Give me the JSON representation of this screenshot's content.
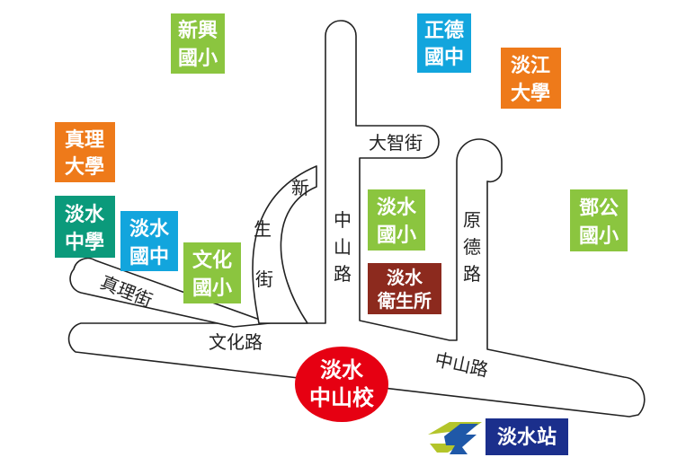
{
  "colors": {
    "green": "#8bc53f",
    "blue": "#12a5dd",
    "orange": "#ee7a1a",
    "teal": "#0b9a7b",
    "maroon": "#8c2a1e",
    "red": "#e60012",
    "navy": "#1b2f8c",
    "mrt_blue": "#1f58a8",
    "mrt_green": "#b4c52a",
    "road_outline": "#222222"
  },
  "landmarks": {
    "xinxing": {
      "line1": "新興",
      "line2": "國小",
      "color": "green"
    },
    "zhengde": {
      "line1": "正德",
      "line2": "國中",
      "color": "blue"
    },
    "tamkang": {
      "line1": "淡江",
      "line2": "大學",
      "color": "orange"
    },
    "aletheia": {
      "line1": "真理",
      "line2": "大學",
      "color": "orange"
    },
    "tamsui_hs": {
      "line1": "淡水",
      "line2": "中學",
      "color": "teal"
    },
    "tamsui_jh": {
      "line1": "淡水",
      "line2": "國中",
      "color": "blue"
    },
    "wenhua_es": {
      "line1": "文化",
      "line2": "國小",
      "color": "green"
    },
    "tamsui_es": {
      "line1": "淡水",
      "line2": "國小",
      "color": "green"
    },
    "denggong_es": {
      "line1": "鄧公",
      "line2": "國小",
      "color": "green"
    },
    "health_center": {
      "line1": "淡水",
      "line2": "衛生所",
      "color": "maroon"
    }
  },
  "roads": {
    "dazhi": "大智街",
    "xinsheng": [
      "新",
      "生",
      "街"
    ],
    "zhongshan_vertical": [
      "中",
      "山",
      "路"
    ],
    "yuande": [
      "原",
      "德",
      "路"
    ],
    "zhenli": "真理街",
    "wenhua": "文化路",
    "zhongshan_horizontal": "中山路"
  },
  "school": {
    "line1": "淡水",
    "line2": "中山校"
  },
  "station": {
    "label": "淡水站"
  }
}
